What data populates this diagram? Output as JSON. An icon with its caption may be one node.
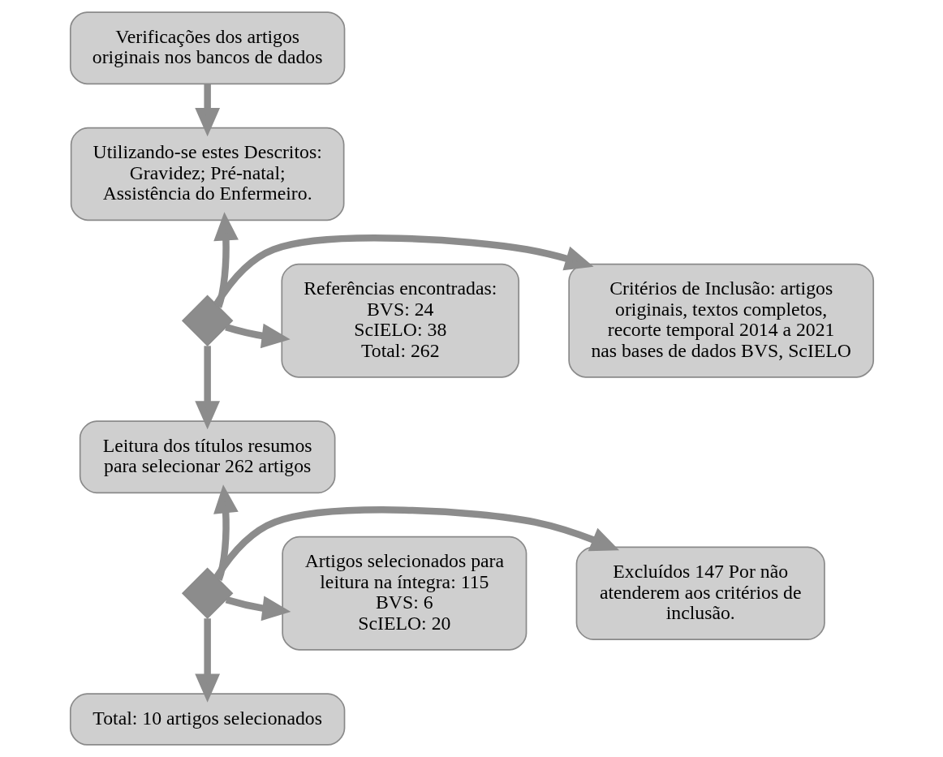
{
  "diagram": {
    "nodes": [
      {
        "text": [
          "Verificações dos artigos originais nos bancos de dados"
        ]
      },
      {
        "text": [
          "Utilizando-se estes Descritos: Gravidez; Pré-natal; Assistência do Enfermeiro."
        ]
      },
      {
        "text": [
          "Critérios de Inclusão: artigos originais, textos completos, recorte temporal 2014 a 2021 nas bases de dados BVS, ScIELO"
        ]
      },
      {
        "text": [],
        "shape": "cross"
      },
      {
        "text": [
          "Referências encontradas:",
          "BVS: 24",
          "ScIELO: 38",
          "Total: 262"
        ]
      },
      {
        "text": [
          "Leitura dos títulos resumos para selecionar 262 artigos"
        ]
      },
      {
        "text": [
          "Excluídos 147 Por não atenderem aos critérios de inclusão."
        ]
      },
      {
        "text": [],
        "shape": "cross"
      },
      {
        "text": [
          "Artigos selecionados para leitura na íntegra: 115",
          "BVS: 6",
          "ScIELO: 20"
        ]
      },
      {
        "text": [
          "Total: 10 artigos selecionados"
        ]
      }
    ],
    "edges": [
      {
        "from": 0,
        "to": 1,
        "arrow": "to"
      },
      {
        "from": 3,
        "to": 1,
        "arrow": "to"
      },
      {
        "from": 3,
        "to": 2,
        "arrow": "to"
      },
      {
        "from": 3,
        "to": 4,
        "arrow": "to"
      },
      {
        "from": 3,
        "to": 5,
        "arrow": "to"
      },
      {
        "from": 7,
        "to": 5,
        "arrow": "to"
      },
      {
        "from": 7,
        "to": 6,
        "arrow": "to"
      },
      {
        "from": 7,
        "to": 8,
        "arrow": "to"
      },
      {
        "from": 7,
        "to": 9,
        "arrow": "to"
      }
    ]
  }
}
